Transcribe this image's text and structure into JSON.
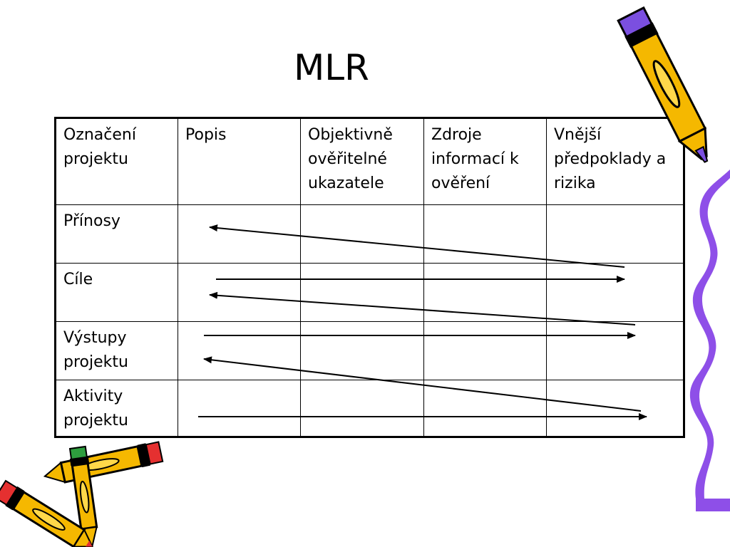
{
  "slide": {
    "title": "MLR",
    "header": [
      "Označení projektu",
      "Popis",
      "Objektivně ověřitelné ukazatele",
      "Zdroje informací k ověření",
      "Vnější předpoklady a rizika"
    ],
    "rows": [
      {
        "label": "Přínosy"
      },
      {
        "label": "Cíle"
      },
      {
        "label": "Výstupy projektu"
      },
      {
        "label": "Aktivity projektu"
      }
    ]
  },
  "colors": {
    "pencil_body": "#F5B800",
    "pencil_stripe": "#FFD84A",
    "pencil_eraser": "#E53030",
    "pencil_eraser_alt": "#2E9E3E",
    "pencil_eraser_top": "#7B4FE0",
    "wavy_border": "#8E4FE8",
    "line": "#000000"
  }
}
